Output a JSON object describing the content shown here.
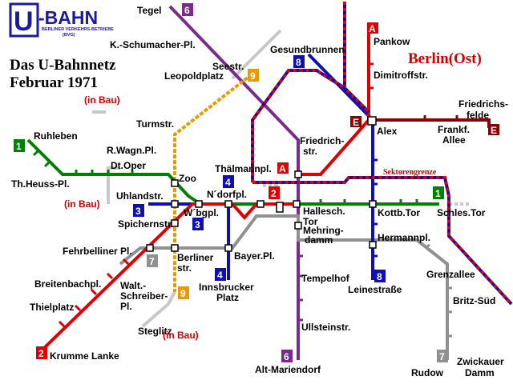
{
  "logo": {
    "letter": "U",
    "name": "-BAHN",
    "subtitle1": "BERLINER VERKEHRS-BETRIEBE",
    "subtitle2": "(BVG)"
  },
  "title": {
    "line1": "Das U-Bahnnetz",
    "line2": "Februar 1971"
  },
  "east_berlin": "Berlin(Ost)",
  "sector_border": "Sektorengrenze",
  "in_construction": "(in Bau)",
  "colors": {
    "line1": "#008000",
    "line2": "#dd0000",
    "line3": "#1010b0",
    "line4": "#1010b0",
    "line5": "#8b0000",
    "line6": "#7a2a8a",
    "line7": "#909090",
    "line8": "#1010b0",
    "line9": "#e89a00",
    "lineA": "#dd0000",
    "construction": "#c8c8c8",
    "border": "#dd0000"
  },
  "badges": [
    {
      "id": "1",
      "color": "#008000"
    },
    {
      "id": "1",
      "color": "#008000"
    },
    {
      "id": "2",
      "color": "#dd0000"
    },
    {
      "id": "2",
      "color": "#dd0000"
    },
    {
      "id": "3",
      "color": "#1010b0"
    },
    {
      "id": "3",
      "color": "#1010b0"
    },
    {
      "id": "4",
      "color": "#1010b0"
    },
    {
      "id": "4",
      "color": "#1010b0"
    },
    {
      "id": "6",
      "color": "#7a2a8a"
    },
    {
      "id": "6",
      "color": "#7a2a8a"
    },
    {
      "id": "7",
      "color": "#909090"
    },
    {
      "id": "7",
      "color": "#909090"
    },
    {
      "id": "8",
      "color": "#1010b0"
    },
    {
      "id": "8",
      "color": "#1010b0"
    },
    {
      "id": "9",
      "color": "#e89a00"
    },
    {
      "id": "9",
      "color": "#e89a00"
    },
    {
      "id": "A",
      "color": "#dd0000"
    },
    {
      "id": "A",
      "color": "#dd0000"
    },
    {
      "id": "E",
      "color": "#8b0000"
    },
    {
      "id": "E",
      "color": "#8b0000"
    }
  ],
  "stations": {
    "tegel": "Tegel",
    "ks": "K.-Schumacher-Pl.",
    "seestr": "Seestr.",
    "leopold": "Leopoldplatz",
    "gesund": "Gesundbrunnen",
    "pankow": "Pankow",
    "dimitroff": "Dimitroffstr.",
    "friedrichsfelde1": "Friedrichs-",
    "friedrichsfelde2": "felde",
    "alex": "Alex",
    "frankf1": "Frankf.",
    "frankf2": "Allee",
    "ruhleben": "Ruhleben",
    "turmstr": "Turmstr.",
    "rwagn": "R.Wagn.Pl.",
    "dtoper": "Dt.Oper",
    "friedrichstr1": "Friedrich-",
    "friedrichstr2": "str.",
    "thaelmann": "Thälmannpl.",
    "thheuss": "Th.Heuss-Pl.",
    "zoo": "Zoo",
    "uhland": "Uhlandstr.",
    "ndorf": "N´dorfpl.",
    "wbg": "W´bgpl.",
    "spichern": "Spichernstr.",
    "hallesch1": "Hallesch.",
    "hallesch2": "Tor",
    "mehring1": "Mehring-",
    "mehring2": "damm",
    "kottb": "Kottb.Tor",
    "schles": "Schles.Tor",
    "fehrbell": "Fehrbelliner Pl.",
    "berliner1": "Berliner",
    "berliner2": "str.",
    "bayer": "Bayer.Pl.",
    "hermann": "Hermannpl.",
    "breitenbach": "Breitenbachpl.",
    "walt1": "Walt.-",
    "walt2": "Schreiber-",
    "walt3": "Pl.",
    "innsbr1": "Innsbrucker",
    "innsbr2": "Platz",
    "tempelhof": "Tempelhof",
    "leine": "Leinestraße",
    "grenzallee": "Grenzallee",
    "thielplatz": "Thielplatz",
    "britz": "Britz-Süd",
    "steglitz": "Steglitz",
    "ullstein": "Ullsteinstr.",
    "krumme": "Krumme Lanke",
    "altmar": "Alt-Mariendorf",
    "rudow": "Rudow",
    "zwick1": "Zwickauer",
    "zwick2": "Damm"
  }
}
